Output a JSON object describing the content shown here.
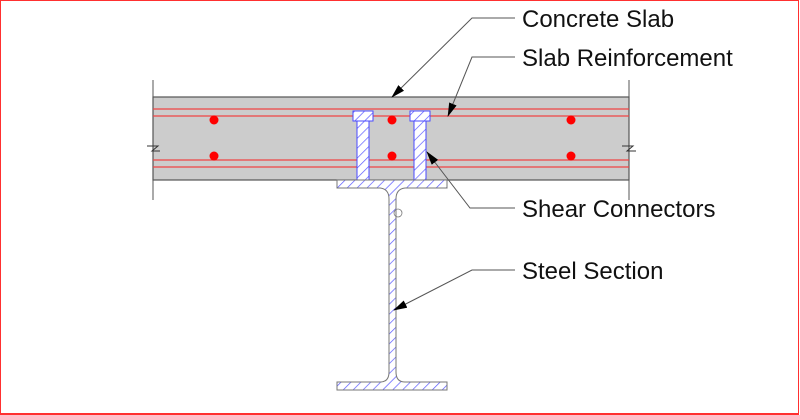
{
  "labels": {
    "concrete_slab": "Concrete Slab",
    "slab_reinforcement": "Slab Reinforcement",
    "shear_connectors": "Shear Connectors",
    "steel_section": "Steel Section"
  },
  "colors": {
    "slab": "#cccccc",
    "rebar": "#ff0000",
    "steel_hatch": "#4a4aff",
    "border": "#ff3030"
  }
}
